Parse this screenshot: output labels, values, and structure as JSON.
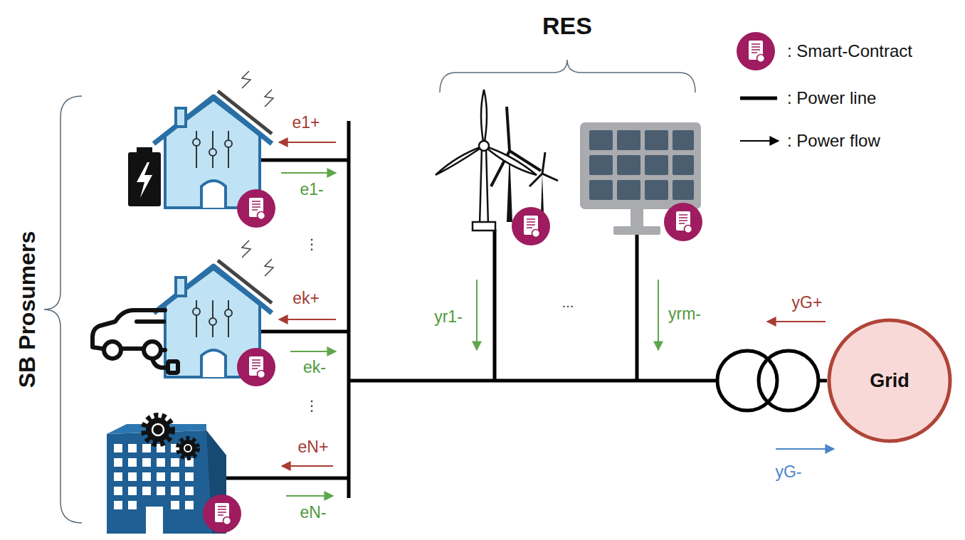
{
  "diagram": {
    "nodes": [
      {
        "text": [
          "Grid"
        ]
      }
    ],
    "labels": [
      "RES",
      "SB Prosumers",
      "e1+",
      "e1-",
      "⋮",
      "ek+",
      "ek-",
      "⋮",
      "eN+",
      "eN-",
      "yr1-",
      "...",
      "yrm-",
      "yG+",
      "yG-"
    ],
    "legend": [
      {
        "text": ": Smart-Contract"
      },
      {
        "text": ": Power line"
      },
      {
        "text": ": Power flow"
      }
    ]
  }
}
